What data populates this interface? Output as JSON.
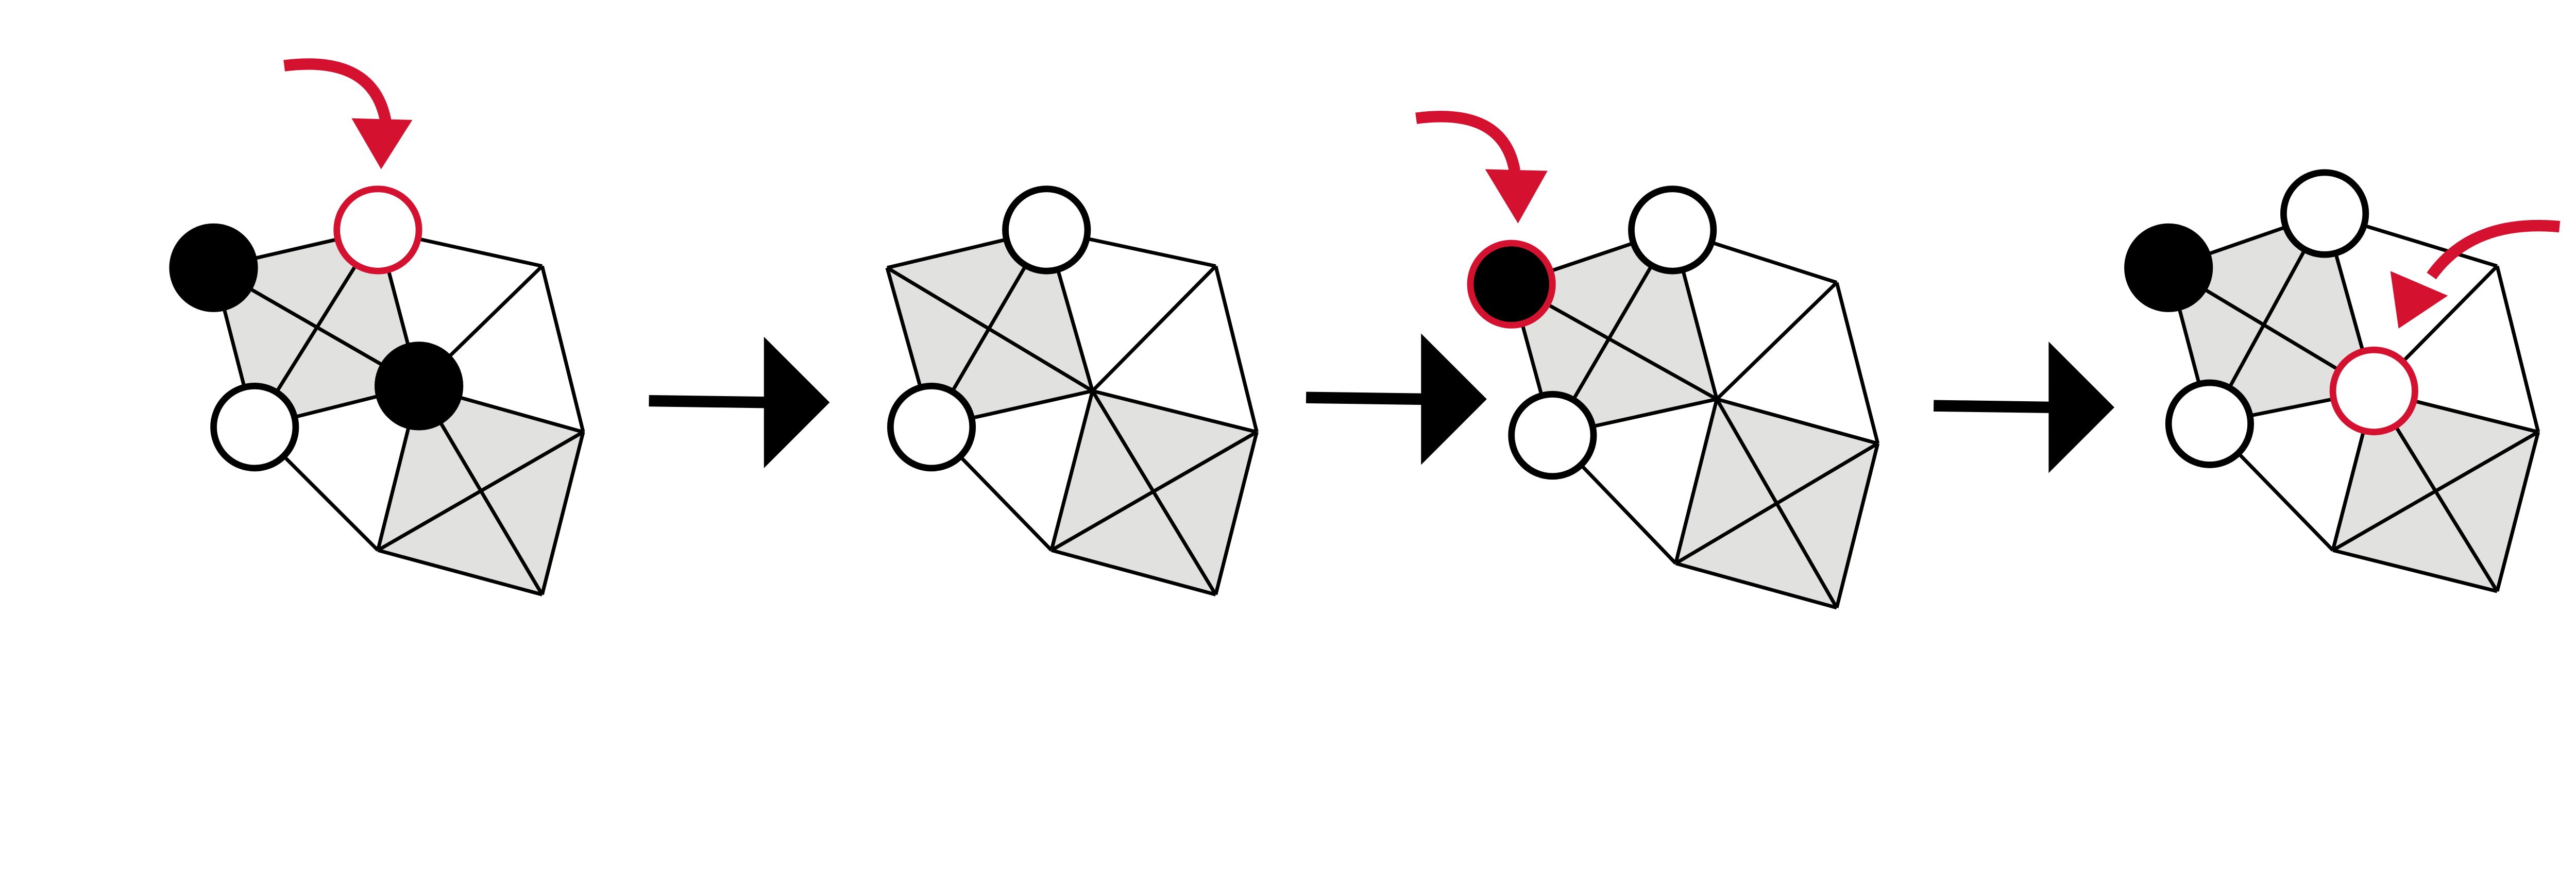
{
  "colors": {
    "edge": "#000000",
    "shaded_face": "#e1e1df",
    "highlight": "#d4112f",
    "filled_vertex": "#000000",
    "open_vertex": "#ffffff"
  },
  "panels": [
    {
      "vertices": {
        "left": "filled",
        "top": "open-highlighted",
        "bottom": "open",
        "center": "filled"
      },
      "pointer_target": "top"
    },
    {
      "vertices": {
        "left": "none",
        "top": "open",
        "bottom": "open",
        "center": "none"
      },
      "pointer_target": null
    },
    {
      "vertices": {
        "left": "filled-highlighted",
        "top": "open",
        "bottom": "open",
        "center": "none"
      },
      "pointer_target": "left"
    },
    {
      "vertices": {
        "left": "filled",
        "top": "open",
        "bottom": "open",
        "center": "open-highlighted"
      },
      "pointer_target": "center"
    }
  ],
  "transitions": 3
}
